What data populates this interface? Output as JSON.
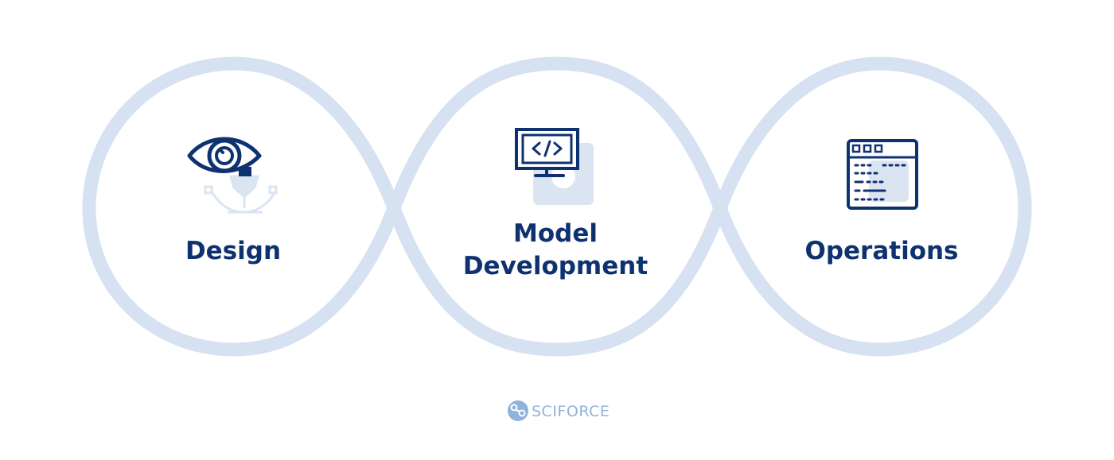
{
  "stages": [
    {
      "label_lines": [
        "Design"
      ],
      "icon": "eye-pen-icon"
    },
    {
      "label_lines": [
        "Model",
        "Development"
      ],
      "icon": "monitor-code-icon"
    },
    {
      "label_lines": [
        "Operations"
      ],
      "icon": "browser-code-icon"
    }
  ],
  "brand": {
    "name": "SCIFORCE",
    "icon": "sciforce-logo-icon"
  },
  "colors": {
    "loop": "#d6e1f1",
    "label": "#0e3270",
    "icon_primary": "#0e3270",
    "icon_secondary": "#dbe5f2",
    "brand": "#8fb3da"
  }
}
